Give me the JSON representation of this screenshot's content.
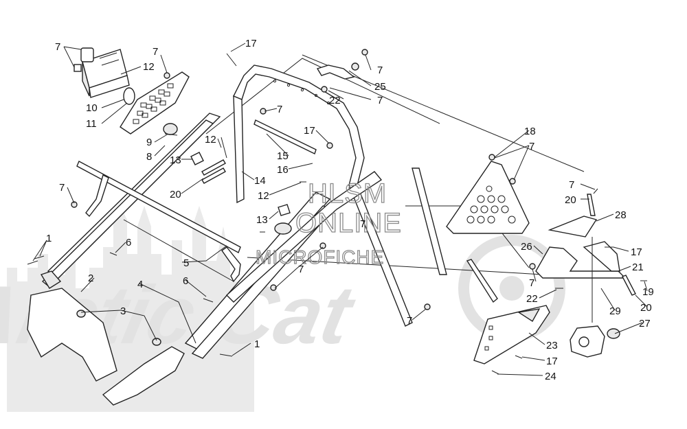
{
  "watermark": {
    "line1": "HLSM",
    "line2": "ONLINE",
    "line3": "MICROFICHE",
    "brand": "Arctic Cat"
  },
  "callouts": [
    {
      "id": "c1",
      "text": "7"
    },
    {
      "id": "c2",
      "text": "7"
    },
    {
      "id": "c3",
      "text": "12"
    },
    {
      "id": "c4",
      "text": "10"
    },
    {
      "id": "c5",
      "text": "11"
    },
    {
      "id": "c6",
      "text": "9"
    },
    {
      "id": "c7",
      "text": "8"
    },
    {
      "id": "c8",
      "text": "17"
    },
    {
      "id": "c9",
      "text": "7"
    },
    {
      "id": "c10",
      "text": "25"
    },
    {
      "id": "c11",
      "text": "22"
    },
    {
      "id": "c12",
      "text": "7"
    },
    {
      "id": "c13",
      "text": "7"
    },
    {
      "id": "c14",
      "text": "17"
    },
    {
      "id": "c15",
      "text": "15"
    },
    {
      "id": "c16",
      "text": "16"
    },
    {
      "id": "c17",
      "text": "12"
    },
    {
      "id": "c18",
      "text": "13"
    },
    {
      "id": "c19",
      "text": "20"
    },
    {
      "id": "c20",
      "text": "14"
    },
    {
      "id": "c21",
      "text": "12"
    },
    {
      "id": "c22",
      "text": "13"
    },
    {
      "id": "c23",
      "text": "18"
    },
    {
      "id": "c24",
      "text": "7"
    },
    {
      "id": "c25",
      "text": "7"
    },
    {
      "id": "c26",
      "text": "20"
    },
    {
      "id": "c27",
      "text": "28"
    },
    {
      "id": "c28",
      "text": "7"
    },
    {
      "id": "c29",
      "text": "1"
    },
    {
      "id": "c30",
      "text": "6"
    },
    {
      "id": "c31",
      "text": "5"
    },
    {
      "id": "c32",
      "text": "2"
    },
    {
      "id": "c33",
      "text": "4"
    },
    {
      "id": "c34",
      "text": "6"
    },
    {
      "id": "c35",
      "text": "3"
    },
    {
      "id": "c36",
      "text": "7"
    },
    {
      "id": "c37",
      "text": "1"
    },
    {
      "id": "c38",
      "text": "7"
    },
    {
      "id": "c39",
      "text": "26"
    },
    {
      "id": "c40",
      "text": "17"
    },
    {
      "id": "c41",
      "text": "21"
    },
    {
      "id": "c42",
      "text": "7"
    },
    {
      "id": "c43",
      "text": "22"
    },
    {
      "id": "c44",
      "text": "19"
    },
    {
      "id": "c45",
      "text": "20"
    },
    {
      "id": "c46",
      "text": "29"
    },
    {
      "id": "c47",
      "text": "27"
    },
    {
      "id": "c48",
      "text": "7"
    },
    {
      "id": "c49",
      "text": "23"
    },
    {
      "id": "c50",
      "text": "17"
    },
    {
      "id": "c51",
      "text": "24"
    }
  ]
}
